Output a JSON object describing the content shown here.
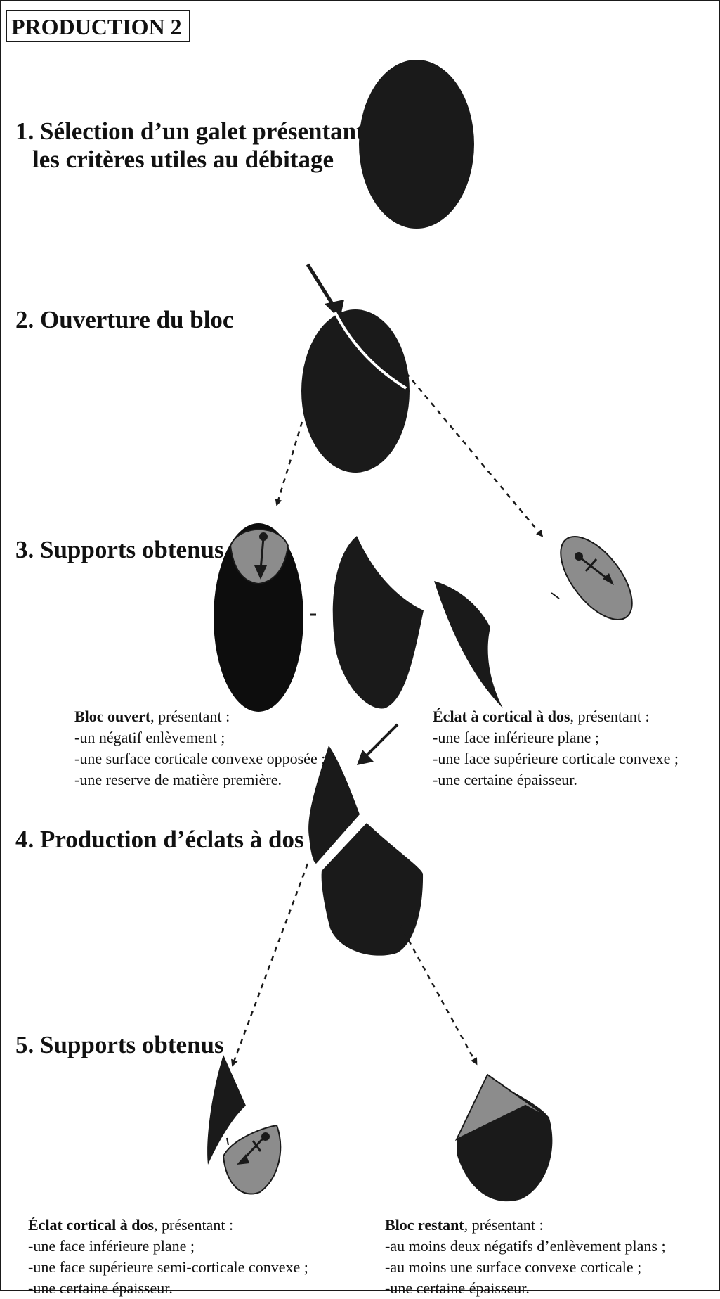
{
  "title": "PRODUCTION 2",
  "steps": {
    "s1_line1": "1. Sélection d’un galet présentant",
    "s1_line2": "les critères utiles au débitage",
    "s2": "2. Ouverture du bloc",
    "s3": "3. Supports obtenus",
    "s4": "4. Production d’éclats à dos",
    "s5": "5. Supports obtenus"
  },
  "descriptions": {
    "bloc_ouvert": {
      "title": "Bloc ouvert",
      "suffix": ", présentant :",
      "items": [
        "-un négatif enlèvement ;",
        "-une surface corticale convexe opposée ;",
        "-une reserve de matière première."
      ]
    },
    "eclat_a_cortical": {
      "title": "Éclat à cortical à dos",
      "suffix": ", présentant :",
      "items": [
        "-une face inférieure plane ;",
        "-une face supérieure corticale convexe ;",
        "-une certaine épaisseur."
      ]
    },
    "eclat_cortical": {
      "title": "Éclat cortical à dos",
      "suffix": ", présentant :",
      "items": [
        "-une face inférieure plane ;",
        "-une face supérieure semi-corticale convexe ;",
        "-une certaine épaisseur."
      ]
    },
    "bloc_restant": {
      "title": "Bloc restant",
      "suffix": ", présentant :",
      "items": [
        "-au moins deux négatifs d’enlèvement plans ;",
        "-au moins une surface convexe corticale ;",
        "-une certaine épaisseur."
      ]
    }
  },
  "colors": {
    "dark": "#1a1a1a",
    "grey": "#8c8c8c",
    "line": "#1a1a1a"
  }
}
